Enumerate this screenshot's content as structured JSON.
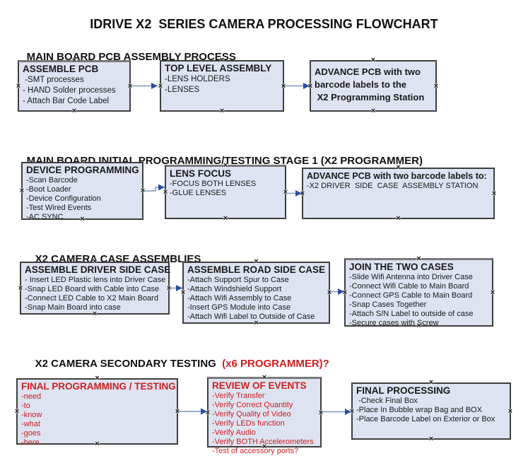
{
  "title": "IDRIVE X2  SERIES CAMERA PROCESSING FLOWCHART",
  "colors": {
    "box_fill": "#dde3f1",
    "box_border": "#3f3f3f",
    "arrow_line": "#8ba3c7",
    "arrow_head": "#2c4f9e",
    "red_text": "#cd2020",
    "text": "#1a1a1a"
  },
  "icons": {
    "connection_handle": "×"
  },
  "sections": [
    {
      "header": "MAIN BOARD PCB ASSEMBLY PROCESS",
      "boxes": [
        {
          "title": "ASSEMBLE PCB",
          "items": [
            " -SMT processes",
            "- HAND Solder processes",
            "- Attach Bar Code Label"
          ]
        },
        {
          "title": "TOP LEVEL ASSEMBLY",
          "items": [
            "-LENS HOLDERS",
            "-LENSES"
          ]
        },
        {
          "items": [
            "ADVANCE PCB with two",
            "barcode labels to the",
            " X2 Programming Station"
          ]
        }
      ]
    },
    {
      "header": "MAIN BOARD INITIAL PROGRAMMING/TESTING STAGE 1 (X2 PROGRAMMER)",
      "boxes": [
        {
          "title": "DEVICE PROGRAMMING",
          "items": [
            "-Scan Barcode",
            "-Boot Loader",
            "-Device Configuration",
            "-Test Wired Events",
            "-AC SYNC"
          ]
        },
        {
          "title": "LENS FOCUS",
          "items": [
            "-FOCUS BOTH LENSES",
            "-GLUE LENSES"
          ]
        },
        {
          "title": "ADVANCE PCB with two barcode labels to:",
          "items": [
            "-X2 DRIVER  SIDE  CASE  ASSEMBLY STATION"
          ]
        }
      ]
    },
    {
      "header": "X2 CAMERA CASE ASSEMBLIES",
      "boxes": [
        {
          "title": "ASSEMBLE DRIVER SIDE CASE",
          "items": [
            "- Insert LED Plastic lens into Driver Case",
            "-Snap LED Board with Cable into Case",
            "-Connect LED Cable to X2 Main Board",
            "-Snap Main Board into case"
          ]
        },
        {
          "title": "ASSEMBLE ROAD SIDE CASE",
          "items": [
            "-Attach Support Spur to Case",
            "-Attach Windshield Support",
            "-Attach Wifi Assembly to Case",
            "-Insert GPS Module into Case",
            "-Attach Wifi Label to Outside of Case"
          ]
        },
        {
          "title": "JOIN THE TWO CASES",
          "items": [
            "-Slide Wifi Antenna into Driver Case",
            "-Connect Wifi Cable to Main Board",
            "-Connect GPS Cable to Main Board",
            "-Snap Cases Together",
            "-Attach S/N Label to outside of case",
            "-Secure cases with Screw"
          ]
        }
      ]
    },
    {
      "header": "X2 CAMERA SECONDARY TESTING  ",
      "header_red": "(x6 PROGRAMMER)?",
      "boxes": [
        {
          "title": "FINAL PROGRAMMING / TESTING",
          "items": [
            "-need",
            "-to",
            "-know",
            "-what",
            "-goes",
            "-here"
          ]
        },
        {
          "title": "REVIEW OF EVENTS",
          "items": [
            "-Verify Transfer",
            "-Verify Correct Quantity",
            "-Verify Quality of Video",
            "-Verify LEDs function",
            "-Verify Audio",
            "-Verify BOTH Accelerometers",
            "-Test of accessory ports?"
          ]
        },
        {
          "title": "FINAL PROCESSING",
          "items": [
            " -Check Final Box",
            "-Place In Bubble wrap Bag and BOX",
            "-Place Barcode Label on Exterior or Box"
          ]
        }
      ]
    }
  ]
}
